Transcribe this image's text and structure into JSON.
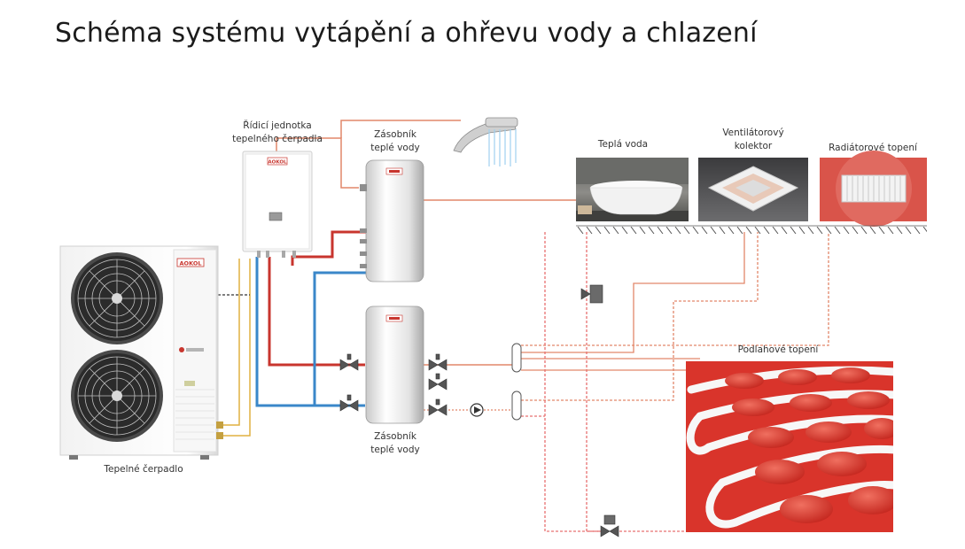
{
  "title": "Schéma systému vytápění a ohřevu vody a chlazení",
  "labels": {
    "control_unit": [
      "Řídicí jednotka",
      "tepelného čerpadla"
    ],
    "hot_water_tank_top": [
      "Zásobník",
      "teplé vody"
    ],
    "hot_water_tank_bottom": [
      "Zásobník",
      "teplé vody"
    ],
    "warm_water": "Teplá voda",
    "fan_coil": [
      "Ventilátorový",
      "kolektor"
    ],
    "radiator": "Radiátorové topení",
    "floor_heating": "Podlahové topení",
    "heat_pump": "Tepelné čerpadlo"
  },
  "brand": "AOKOL",
  "colors": {
    "hot_pipe": "#c8352e",
    "cold_pipe": "#3a87c9",
    "yellow_pipe": "#e0b040",
    "orange_pipe": "#e2876a",
    "dashed_pipe": "#e87070",
    "floor_red": "#d9342b"
  }
}
